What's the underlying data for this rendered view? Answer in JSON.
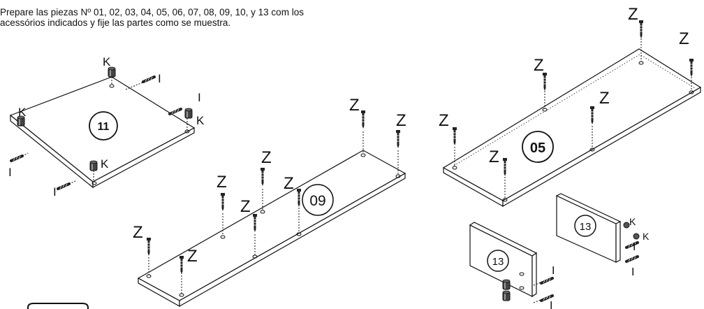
{
  "instruction": {
    "line1": "Prepare las piezas Nº 01, 02, 03, 04, 05, 06, 07, 08, 09, 10, y 13 com los",
    "line2": "acessórios indicados y fije las partes como se muestra."
  },
  "panels": {
    "p11": "11",
    "p09": "09",
    "p05": "05",
    "p13a": "13",
    "p13b": "13"
  },
  "hardware": {
    "cam": "K",
    "dowel": "I",
    "screw": "Z"
  }
}
